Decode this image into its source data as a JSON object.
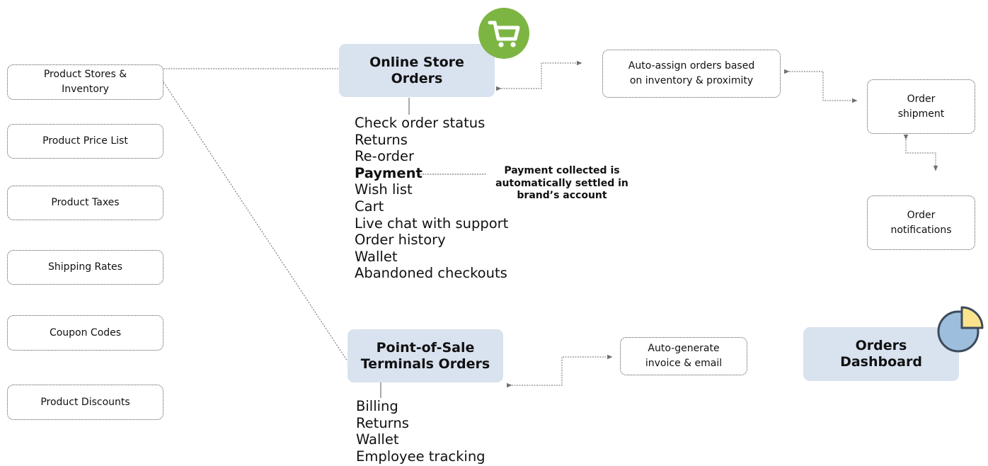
{
  "left_boxes": [
    {
      "lines": [
        "Product Stores &",
        "Inventory"
      ]
    },
    {
      "lines": [
        "Product Price List"
      ]
    },
    {
      "lines": [
        "Product Taxes"
      ]
    },
    {
      "lines": [
        "Shipping Rates"
      ]
    },
    {
      "lines": [
        "Coupon Codes"
      ]
    },
    {
      "lines": [
        "Product Discounts"
      ]
    }
  ],
  "online_store": {
    "title_lines": [
      "Online Store",
      "Orders"
    ],
    "features": [
      "Check order status",
      "Returns",
      "Re-order",
      "Payment",
      "Wish list",
      "Cart",
      "Live chat with support",
      "Order history",
      "Wallet",
      "Abandoned checkouts"
    ],
    "payment_note": [
      "Payment collected is",
      "automatically settled in",
      "brand’s account"
    ]
  },
  "pos": {
    "title_lines": [
      "Point-of-Sale",
      "Terminals Orders"
    ],
    "features": [
      "Billing",
      "Returns",
      "Wallet",
      "Employee tracking"
    ]
  },
  "auto_assign": {
    "lines": [
      "Auto-assign orders based",
      "on inventory & proximity"
    ]
  },
  "order_shipment": {
    "lines": [
      "Order",
      "shipment"
    ]
  },
  "order_notifications": {
    "lines": [
      "Order",
      "notifications"
    ]
  },
  "auto_invoice": {
    "lines": [
      "Auto-generate",
      "invoice & email"
    ]
  },
  "dashboard": {
    "title_lines": [
      "Orders",
      "Dashboard"
    ]
  },
  "icons": {
    "cart": "shopping-cart-icon",
    "pie": "pie-chart-icon"
  },
  "colors": {
    "hub_fill": "#d9e2ef",
    "cart_circle": "#7db543",
    "pie_main": "#9dbedc",
    "pie_slice": "#fbe38d",
    "pie_outline": "#3d4a5a"
  }
}
